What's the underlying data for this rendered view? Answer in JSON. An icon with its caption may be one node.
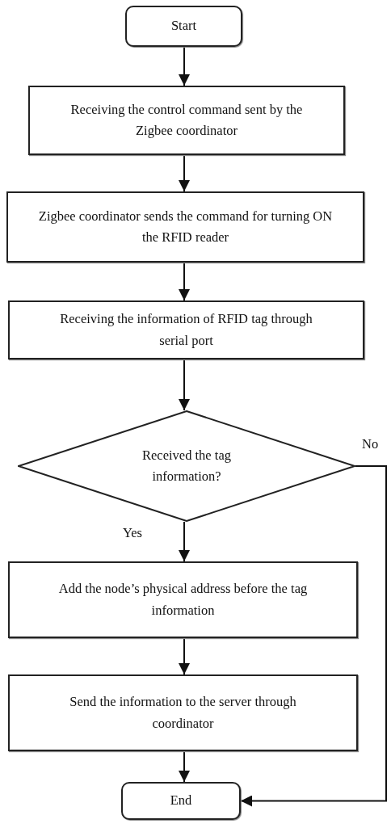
{
  "diagram": {
    "nodes": [
      {
        "text": [
          "Start"
        ]
      },
      {
        "text": [
          "Receiving the control command sent by the Zigbee coordinator"
        ]
      },
      {
        "text": [
          "Zigbee coordinator sends the command for turning ON the RFID reader"
        ]
      },
      {
        "text": [
          "Receiving the information of RFID tag through serial port"
        ]
      },
      {
        "text": [
          "Received the tag information?"
        ]
      },
      {
        "text": [
          "Add the node’s physical address before the tag information"
        ]
      },
      {
        "text": [
          "Send the information to the server through coordinator"
        ]
      },
      {
        "text": [
          "End"
        ]
      }
    ],
    "edges": [
      {
        "from": 0,
        "to": 1,
        "arrow": "to"
      },
      {
        "from": 1,
        "to": 2,
        "arrow": "to"
      },
      {
        "from": 2,
        "to": 3,
        "arrow": "to"
      },
      {
        "from": 3,
        "to": 4,
        "arrow": "to"
      },
      {
        "from": 4,
        "to": 5,
        "arrow": "to",
        "label": "Yes"
      },
      {
        "from": 5,
        "to": 6,
        "arrow": "to"
      },
      {
        "from": 6,
        "to": 7,
        "arrow": "to"
      },
      {
        "from": 4,
        "to": 7,
        "arrow": "to",
        "label": "No"
      }
    ]
  }
}
